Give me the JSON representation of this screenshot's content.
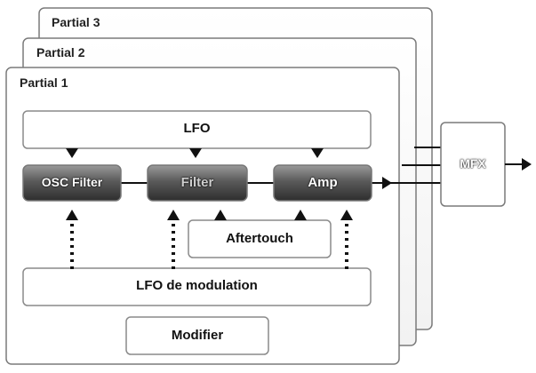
{
  "partials": {
    "partial_3": "Partial 3",
    "partial_2": "Partial 2",
    "partial_1": "Partial 1"
  },
  "blocks": {
    "lfo": "LFO",
    "osc_filter": "OSC Filter",
    "filter": "Filter",
    "amp": "Amp",
    "aftertouch": "Aftertouch",
    "lfo_modulation": "LFO de modulation",
    "modifier": "Modifier",
    "mfx": "MFX"
  },
  "colors": {
    "block_dark": "#4a4a4a",
    "block_dark_top": "#8a8a8a",
    "frame_stroke": "#7a7a7a",
    "line": "#111111"
  }
}
